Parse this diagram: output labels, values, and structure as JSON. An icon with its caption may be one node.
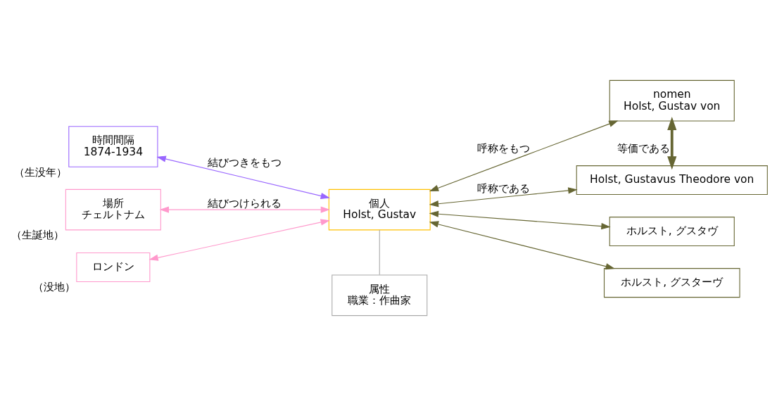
{
  "diagram": {
    "nodes": [
      {
        "text": [
          "時間間隔",
          "1874-1934"
        ],
        "beside": [
          "（生没年）"
        ]
      },
      {
        "text": [
          "個人",
          "Holst, Gustav"
        ]
      },
      {
        "text": [
          "nomen",
          "Holst, Gustav von"
        ]
      },
      {
        "text": [
          "場所",
          "チェルトナム"
        ],
        "beside": [
          "（生誕地）"
        ]
      },
      {
        "text": [
          "属性",
          "職業：作曲家"
        ]
      },
      {
        "text": [
          "Holst, Gustavus Theodore von"
        ]
      },
      {
        "text": [
          "ロンドン"
        ],
        "beside": [
          "（没地）"
        ]
      },
      {
        "text": [
          "ホルスト, グスタヴ"
        ]
      },
      {
        "text": [
          "ホルスト, グスターヴ"
        ]
      }
    ],
    "edges": [
      {
        "from": 0,
        "to": 1,
        "arrow": "both",
        "label": "結びつきをもつ",
        "color": "#9966ff"
      },
      {
        "from": 3,
        "to": 1,
        "arrow": "both",
        "label": "結びつけられる",
        "color": "#ff99cc"
      },
      {
        "from": 6,
        "to": 1,
        "arrow": "both",
        "color": "#ff99cc"
      },
      {
        "from": 1,
        "to": 4,
        "arrow": "none",
        "color": "#aaaaaa"
      },
      {
        "from": 1,
        "to": 2,
        "arrow": "both",
        "label": "呼称をもつ"
      },
      {
        "from": 1,
        "to": 5,
        "arrow": "both",
        "label": "呼称である"
      },
      {
        "from": 1,
        "to": 7,
        "arrow": "both"
      },
      {
        "from": 1,
        "to": 8,
        "arrow": "both"
      },
      {
        "from": 2,
        "to": 5,
        "arrow": "both",
        "label": "等価である",
        "style": "thick"
      }
    ]
  }
}
